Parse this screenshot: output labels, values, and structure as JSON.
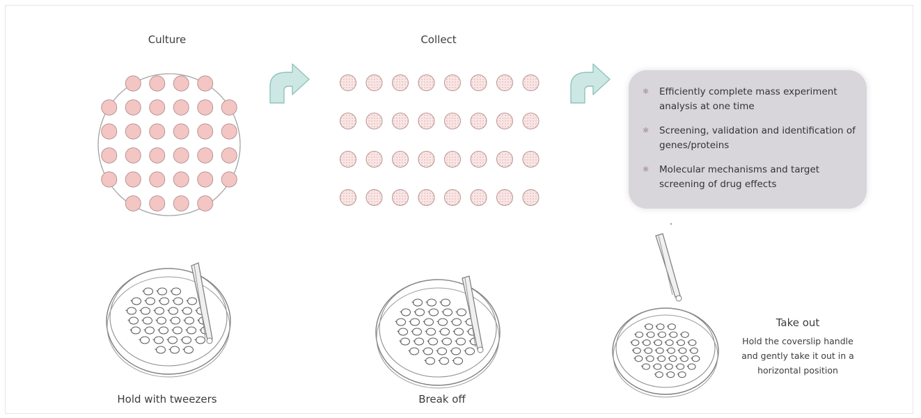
{
  "titles": {
    "culture": "Culture",
    "collect": "Collect"
  },
  "captions": {
    "hold": "Hold with tweezers",
    "break": "Break off"
  },
  "panel": {
    "bullets": [
      [
        "Efficiently complete mass experiment",
        "analysis at one time"
      ],
      [
        "Screening, validation and identification of",
        "genes/proteins"
      ],
      [
        "Molecular mechanisms and target",
        "screening of drug effects"
      ]
    ]
  },
  "takeout": {
    "title": "Take out",
    "lines": [
      "Hold the coverslip handle",
      "and gently take it out in a",
      "horizontal position"
    ]
  },
  "colors": {
    "well_fill": "#f3c6c4",
    "well_stroke": "#b79593",
    "coverslip_fill": "#f6d9d8",
    "arrow_fill": "#cde8e4",
    "arrow_stroke": "#8fc2bc",
    "panel_bg": "#d8d6db",
    "bullet_icon": "#b7a2ab"
  },
  "icons": {
    "bullet": "star-icon",
    "flow": "curved-arrow-icon"
  }
}
